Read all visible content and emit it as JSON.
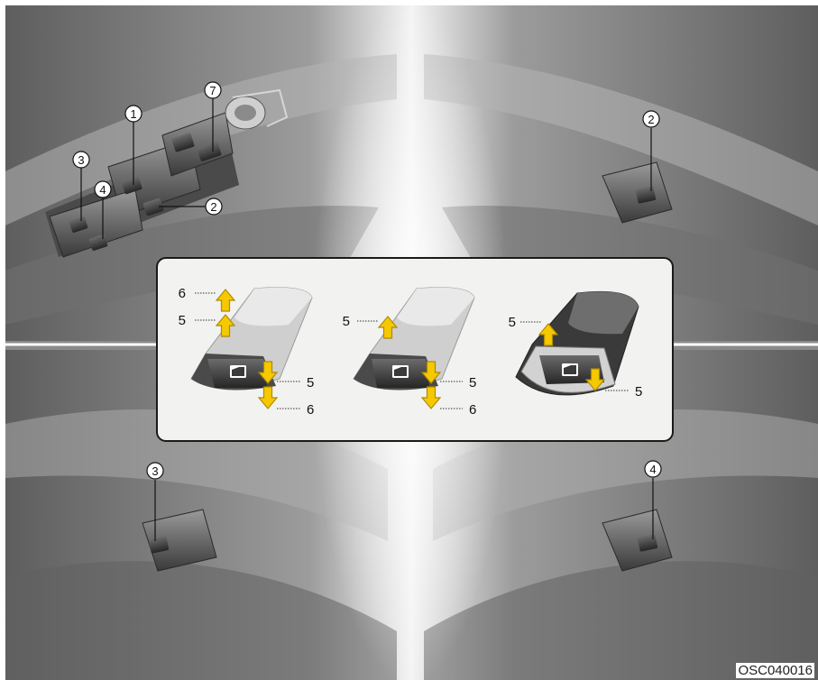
{
  "figure_code": "OSC040016",
  "callouts": {
    "driver_window_switch": "1",
    "passenger_window_switch": "2",
    "rear_left_window_switch": "3",
    "rear_right_window_switch": "4",
    "window_lock_switch": "7"
  },
  "inset": {
    "panel_1": {
      "up_auto": "6",
      "up": "5",
      "down": "5",
      "down_auto": "6"
    },
    "panel_2": {
      "up": "5",
      "down": "5",
      "down_auto": "6"
    },
    "panel_3": {
      "up": "5",
      "down": "5"
    }
  },
  "colors": {
    "arrow": "#f6c800",
    "arrow_outline": "#b08a00",
    "inset_border": "#1a1a1a",
    "inset_fill": "#f2f2f0",
    "door_gray": "#7d7d7d"
  }
}
